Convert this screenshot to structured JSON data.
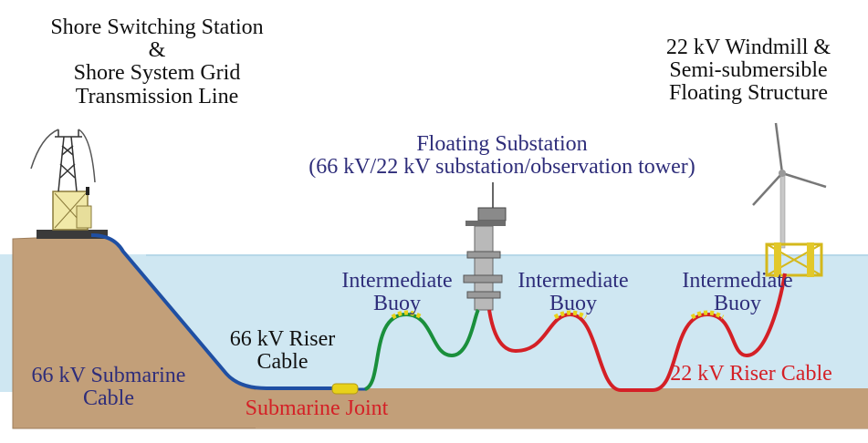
{
  "labels": {
    "shore_station": [
      "Shore Switching Station",
      "&",
      "Shore System Grid",
      "Transmission Line"
    ],
    "windmill": [
      "22 kV Windmill &",
      "Semi-submersible",
      "Floating Structure"
    ],
    "floating_substation": [
      "Floating Substation",
      "(66 kV/22 kV substation/observation tower)"
    ],
    "buoy_left": [
      "Intermediate",
      "Buoy"
    ],
    "buoy_middle": [
      "Intermediate",
      "Buoy"
    ],
    "buoy_right": [
      "Intermediate",
      "Buoy"
    ],
    "riser_66": [
      "66 kV Riser",
      "Cable"
    ],
    "submarine_cable": [
      "66 kV Submarine",
      "Cable"
    ],
    "submarine_joint": "Submarine Joint",
    "riser_22": "22 kV Riser Cable"
  },
  "colors": {
    "sky": "#ffffff",
    "water": "#cfe7f2",
    "seabed": "#c29f79",
    "cable_blue": "#1f4fa3",
    "cable_green": "#1a8f3c",
    "cable_red": "#d42026",
    "buoy_yellow": "#e8d21a",
    "label_navy": "#2e2d7a",
    "label_red": "#d42026"
  }
}
